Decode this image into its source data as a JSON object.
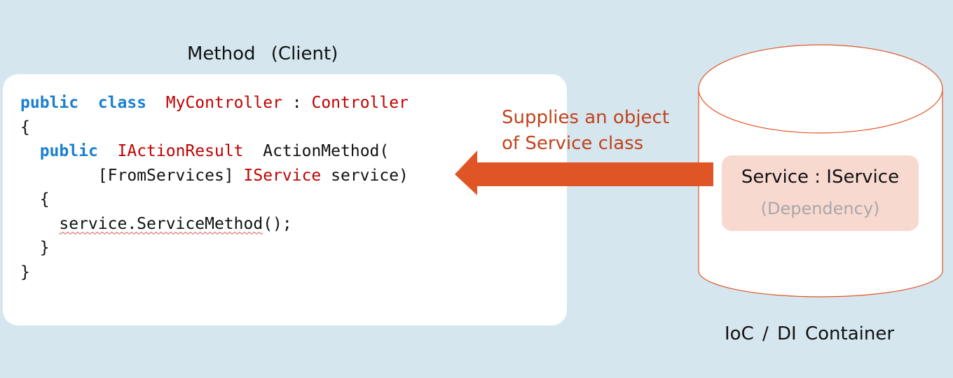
{
  "client": {
    "title": "Method   (Client)"
  },
  "code": {
    "line1": {
      "kw1": "public",
      "gap1": "  ",
      "kw2": "class",
      "gap2": "  ",
      "type1": "MyController",
      "sep": " : ",
      "type2": "Controller"
    },
    "line2": "{",
    "line3": {
      "indent": "  ",
      "kw1": "public",
      "gap1": "  ",
      "type1": "IActionResult",
      "gap2": "  ",
      "rest": "ActionMethod("
    },
    "line4": {
      "indent": "        ",
      "attr": "[FromServices] ",
      "type1": "IService",
      "rest": " service)"
    },
    "line5": "  {",
    "line6": {
      "indent": "    ",
      "call": "service.ServiceMethod",
      "rest": "();"
    },
    "line7": "  }",
    "line8": "}"
  },
  "arrow": {
    "label_line1": "Supplies an object",
    "label_line2": "of Service class",
    "color": "#e05526"
  },
  "container": {
    "title": "IoC / DI  Container",
    "service_name": "Service : IService",
    "service_role": "(Dependency)",
    "outline_color": "#e05526",
    "service_fill": "#f8d9d0"
  },
  "colors": {
    "background": "#d5e6ef",
    "keyword": "#1a7fcf",
    "type": "#c00000",
    "label_accent": "#c0431c"
  }
}
